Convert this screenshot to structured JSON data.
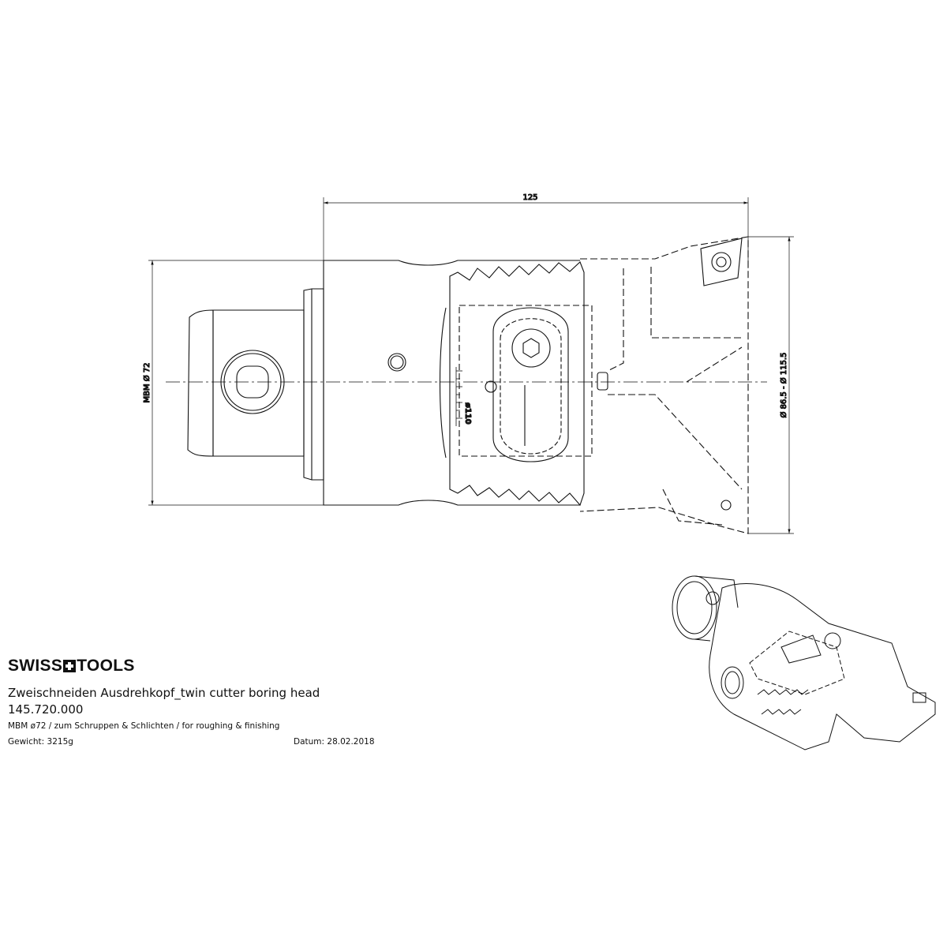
{
  "brand": {
    "left": "SWISS",
    "right": "TOOLS"
  },
  "title_block": {
    "title": "Zweischneiden Ausdrehkopf_twin cutter boring head",
    "part_number": "145.720.000",
    "description": "MBM ø72 / zum Schruppen & Schlichten / for roughing & finishing",
    "weight": "Gewicht: 3215g",
    "date": "Datum: 28.02.2018"
  },
  "dimensions": {
    "length": "125",
    "shank": "MBM  Ø 72",
    "range": "Ø 86.5  -  Ø 115.5",
    "scale_label": "ø110"
  }
}
